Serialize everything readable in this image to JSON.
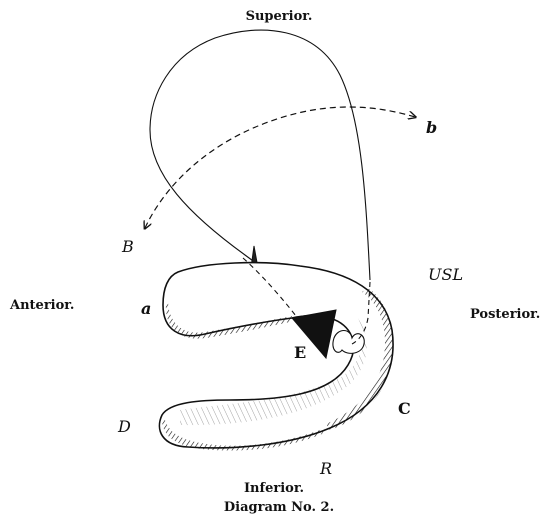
{
  "orientation": {
    "superior": "Superior.",
    "inferior": "Inferior.",
    "anterior": "Anterior.",
    "posterior": "Posterior."
  },
  "labels": {
    "a": "a",
    "b": "b",
    "B": "B",
    "USL": "USL",
    "E": "E",
    "C": "C",
    "D": "D",
    "R": "R"
  },
  "caption": "Diagram No. 2.",
  "colors": {
    "ink": "#111111",
    "paper": "#ffffff"
  }
}
